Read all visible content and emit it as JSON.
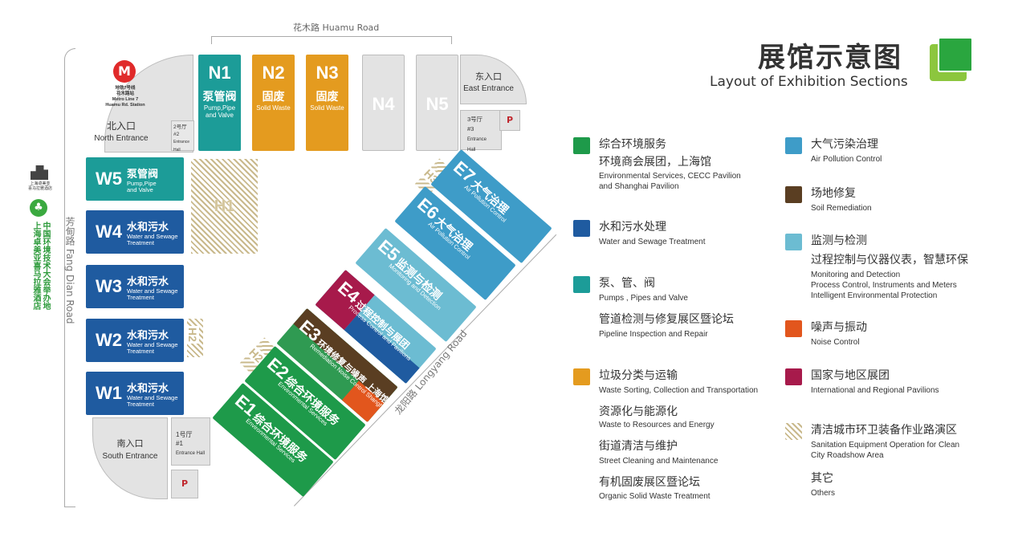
{
  "title": {
    "cn": "展馆示意图",
    "en": "Layout of Exhibition Sections"
  },
  "roads": {
    "north": "花木路 Huamu Road",
    "west_cn": "芳甸路",
    "west_en": "Fang Dian Road",
    "east": "龙阳路 Longyang Road"
  },
  "metro": {
    "cn1": "地铁7号线",
    "cn2": "花木路站",
    "en1": "Metro Line 7",
    "en2": "Huamu Rd. Station"
  },
  "hotel": {
    "cn1": "上海卓美亚",
    "cn2": "喜马拉雅酒店",
    "v1": "中国环境技术大会举办地",
    "v2": "上海卓美亚喜马拉雅酒店"
  },
  "entrances": {
    "north": {
      "cn": "北入口",
      "en": "North Entrance"
    },
    "east": {
      "cn": "东入口",
      "en": "East Entrance"
    },
    "south": {
      "cn": "南入口",
      "en": "South Entrance"
    },
    "hall1": {
      "cn": "1号厅",
      "num": "#1",
      "en": "Entrance Hall"
    },
    "hall2": {
      "cn": "2号厅",
      "num": "#2",
      "en": "Entrance Hall"
    },
    "hall3": {
      "cn": "3号厅",
      "num": "#3",
      "en": "Entrance Hall"
    },
    "parking": "P"
  },
  "north_halls": [
    {
      "code": "N1",
      "cn": "泵管阀",
      "en": "Pump,Pipe and Valve"
    },
    {
      "code": "N2",
      "cn": "固废",
      "en": "Solid Waste"
    },
    {
      "code": "N3",
      "cn": "固废",
      "en": "Solid Waste"
    },
    {
      "code": "N4"
    },
    {
      "code": "N5"
    }
  ],
  "west_halls": [
    {
      "code": "W5",
      "cn": "泵管阀",
      "en": "Pump,Pipe and Valve"
    },
    {
      "code": "W4",
      "cn": "水和污水",
      "en": "Water and Sewage Treatment"
    },
    {
      "code": "W3",
      "cn": "水和污水",
      "en": "Water and Sewage Treatment"
    },
    {
      "code": "W2",
      "cn": "水和污水",
      "en": "Water and Sewage Treatment"
    },
    {
      "code": "W1",
      "cn": "水和污水",
      "en": "Water and Sewage Treatment"
    }
  ],
  "east_halls": [
    {
      "code": "E1",
      "cn": "综合环境服务",
      "en": "Environmental Services"
    },
    {
      "code": "E2",
      "cn": "综合环境服务",
      "en": "Environmental Services"
    },
    {
      "code": "E3",
      "cn": "环境修复与噪声 上海馆",
      "en": "Remediation Noise Control Shanghai Pavilion"
    },
    {
      "code": "E4",
      "cn": "过程控制与展团",
      "en": "Process Control and Pavilions"
    },
    {
      "code": "E5",
      "cn": "监测与检测",
      "en": "Monitoring and Detection"
    },
    {
      "code": "E6",
      "cn": "大气治理",
      "en": "Air Pollution Control"
    },
    {
      "code": "E7",
      "cn": "大气治理",
      "en": "Air Pollution Control"
    }
  ],
  "demo_areas": [
    "H1",
    "H2",
    "H2",
    "H3"
  ],
  "legend": {
    "green": {
      "lines": [
        "综合环境服务",
        "环境商会展团，上海馆"
      ],
      "en": [
        "Environmental Services, CECC Pavilion",
        "and Shanghai Pavilion"
      ]
    },
    "blue": {
      "lines": [
        "水和污水处理"
      ],
      "en": [
        "Water and Sewage Treatment"
      ]
    },
    "teal": {
      "lines": [
        "泵、管、阀"
      ],
      "en": [
        "Pumps , Pipes and Valve"
      ],
      "sub_cn": "管道检测与修复展区暨论坛",
      "sub_en": "Pipeline Inspection and Repair"
    },
    "orange": {
      "lines": [
        "垃圾分类与运输"
      ],
      "en": [
        "Waste Sorting, Collection and Transportation"
      ],
      "subs": [
        {
          "cn": "资源化与能源化",
          "en": "Waste to Resources and Energy"
        },
        {
          "cn": "街道清洁与维护",
          "en": "Street Cleaning and Maintenance"
        },
        {
          "cn": "有机固废展区暨论坛",
          "en": "Organic Solid Waste Treatment"
        }
      ]
    },
    "air": {
      "lines": [
        "大气污染治理"
      ],
      "en": [
        "Air Pollution Control"
      ]
    },
    "soil": {
      "lines": [
        "场地修复"
      ],
      "en": [
        "Soil Remediation"
      ]
    },
    "monitor": {
      "lines": [
        "监测与检测",
        "过程控制与仪器仪表，智慧环保"
      ],
      "en": [
        "Monitoring and Detection",
        "Process Control, Instruments and Meters",
        "Intelligent Environmental Protection"
      ]
    },
    "noise": {
      "lines": [
        "噪声与振动"
      ],
      "en": [
        "Noise Control"
      ]
    },
    "intl": {
      "lines": [
        "国家与地区展团"
      ],
      "en": [
        "International and Regional Pavilions"
      ]
    },
    "sanitation": {
      "lines": [
        "清洁城市环卫装备作业路演区"
      ],
      "en": [
        "Sanitation Equipment Operation for Clean",
        "City Roadshow Area"
      ]
    },
    "others": {
      "lines": [
        "其它"
      ],
      "en": [
        "Others"
      ]
    }
  },
  "colors": {
    "green": "#1e9a4a",
    "blue": "#1f5ba0",
    "teal": "#1c9c98",
    "orange": "#e49b1f",
    "air": "#3e9cc8",
    "monitor": "#6cbcd2",
    "soil": "#5a3e22",
    "noise": "#e2561d",
    "intl": "#a71a4b",
    "hatch": "#c9b98c"
  }
}
